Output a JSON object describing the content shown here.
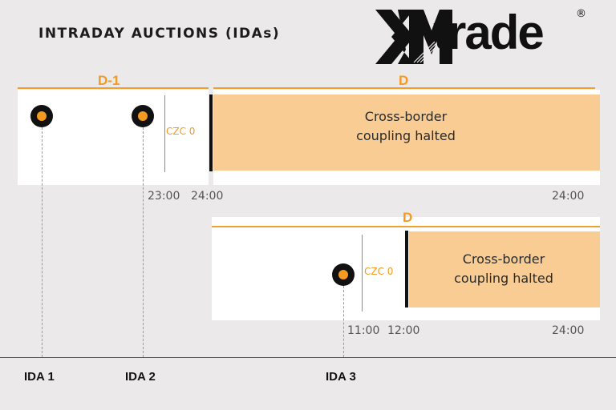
{
  "header": {
    "title": "INTRADAY AUCTIONS (IDAs)",
    "logo_text": "trade",
    "logo_registered": "®",
    "logo_name": "XMtrade"
  },
  "top_row": {
    "day_before_label": "D-1",
    "day_label": "D",
    "czc_label": "CZC 0",
    "halted_line1": "Cross-border",
    "halted_line2": "coupling halted",
    "times": [
      "23:00",
      "24:00",
      "24:00"
    ]
  },
  "bottom_row": {
    "day_label": "D",
    "czc_label": "CZC 0",
    "halted_line1": "Cross-border",
    "halted_line2": "coupling halted",
    "times": [
      "11:00",
      "12:00",
      "24:00"
    ]
  },
  "auctions": [
    {
      "label": "IDA 1"
    },
    {
      "label": "IDA 2"
    },
    {
      "label": "IDA 3"
    }
  ],
  "colors": {
    "accent_orange": "#f39a1f",
    "halted_fill": "#f8cc93",
    "background": "#ebe9ea",
    "panel": "#ffffff"
  }
}
